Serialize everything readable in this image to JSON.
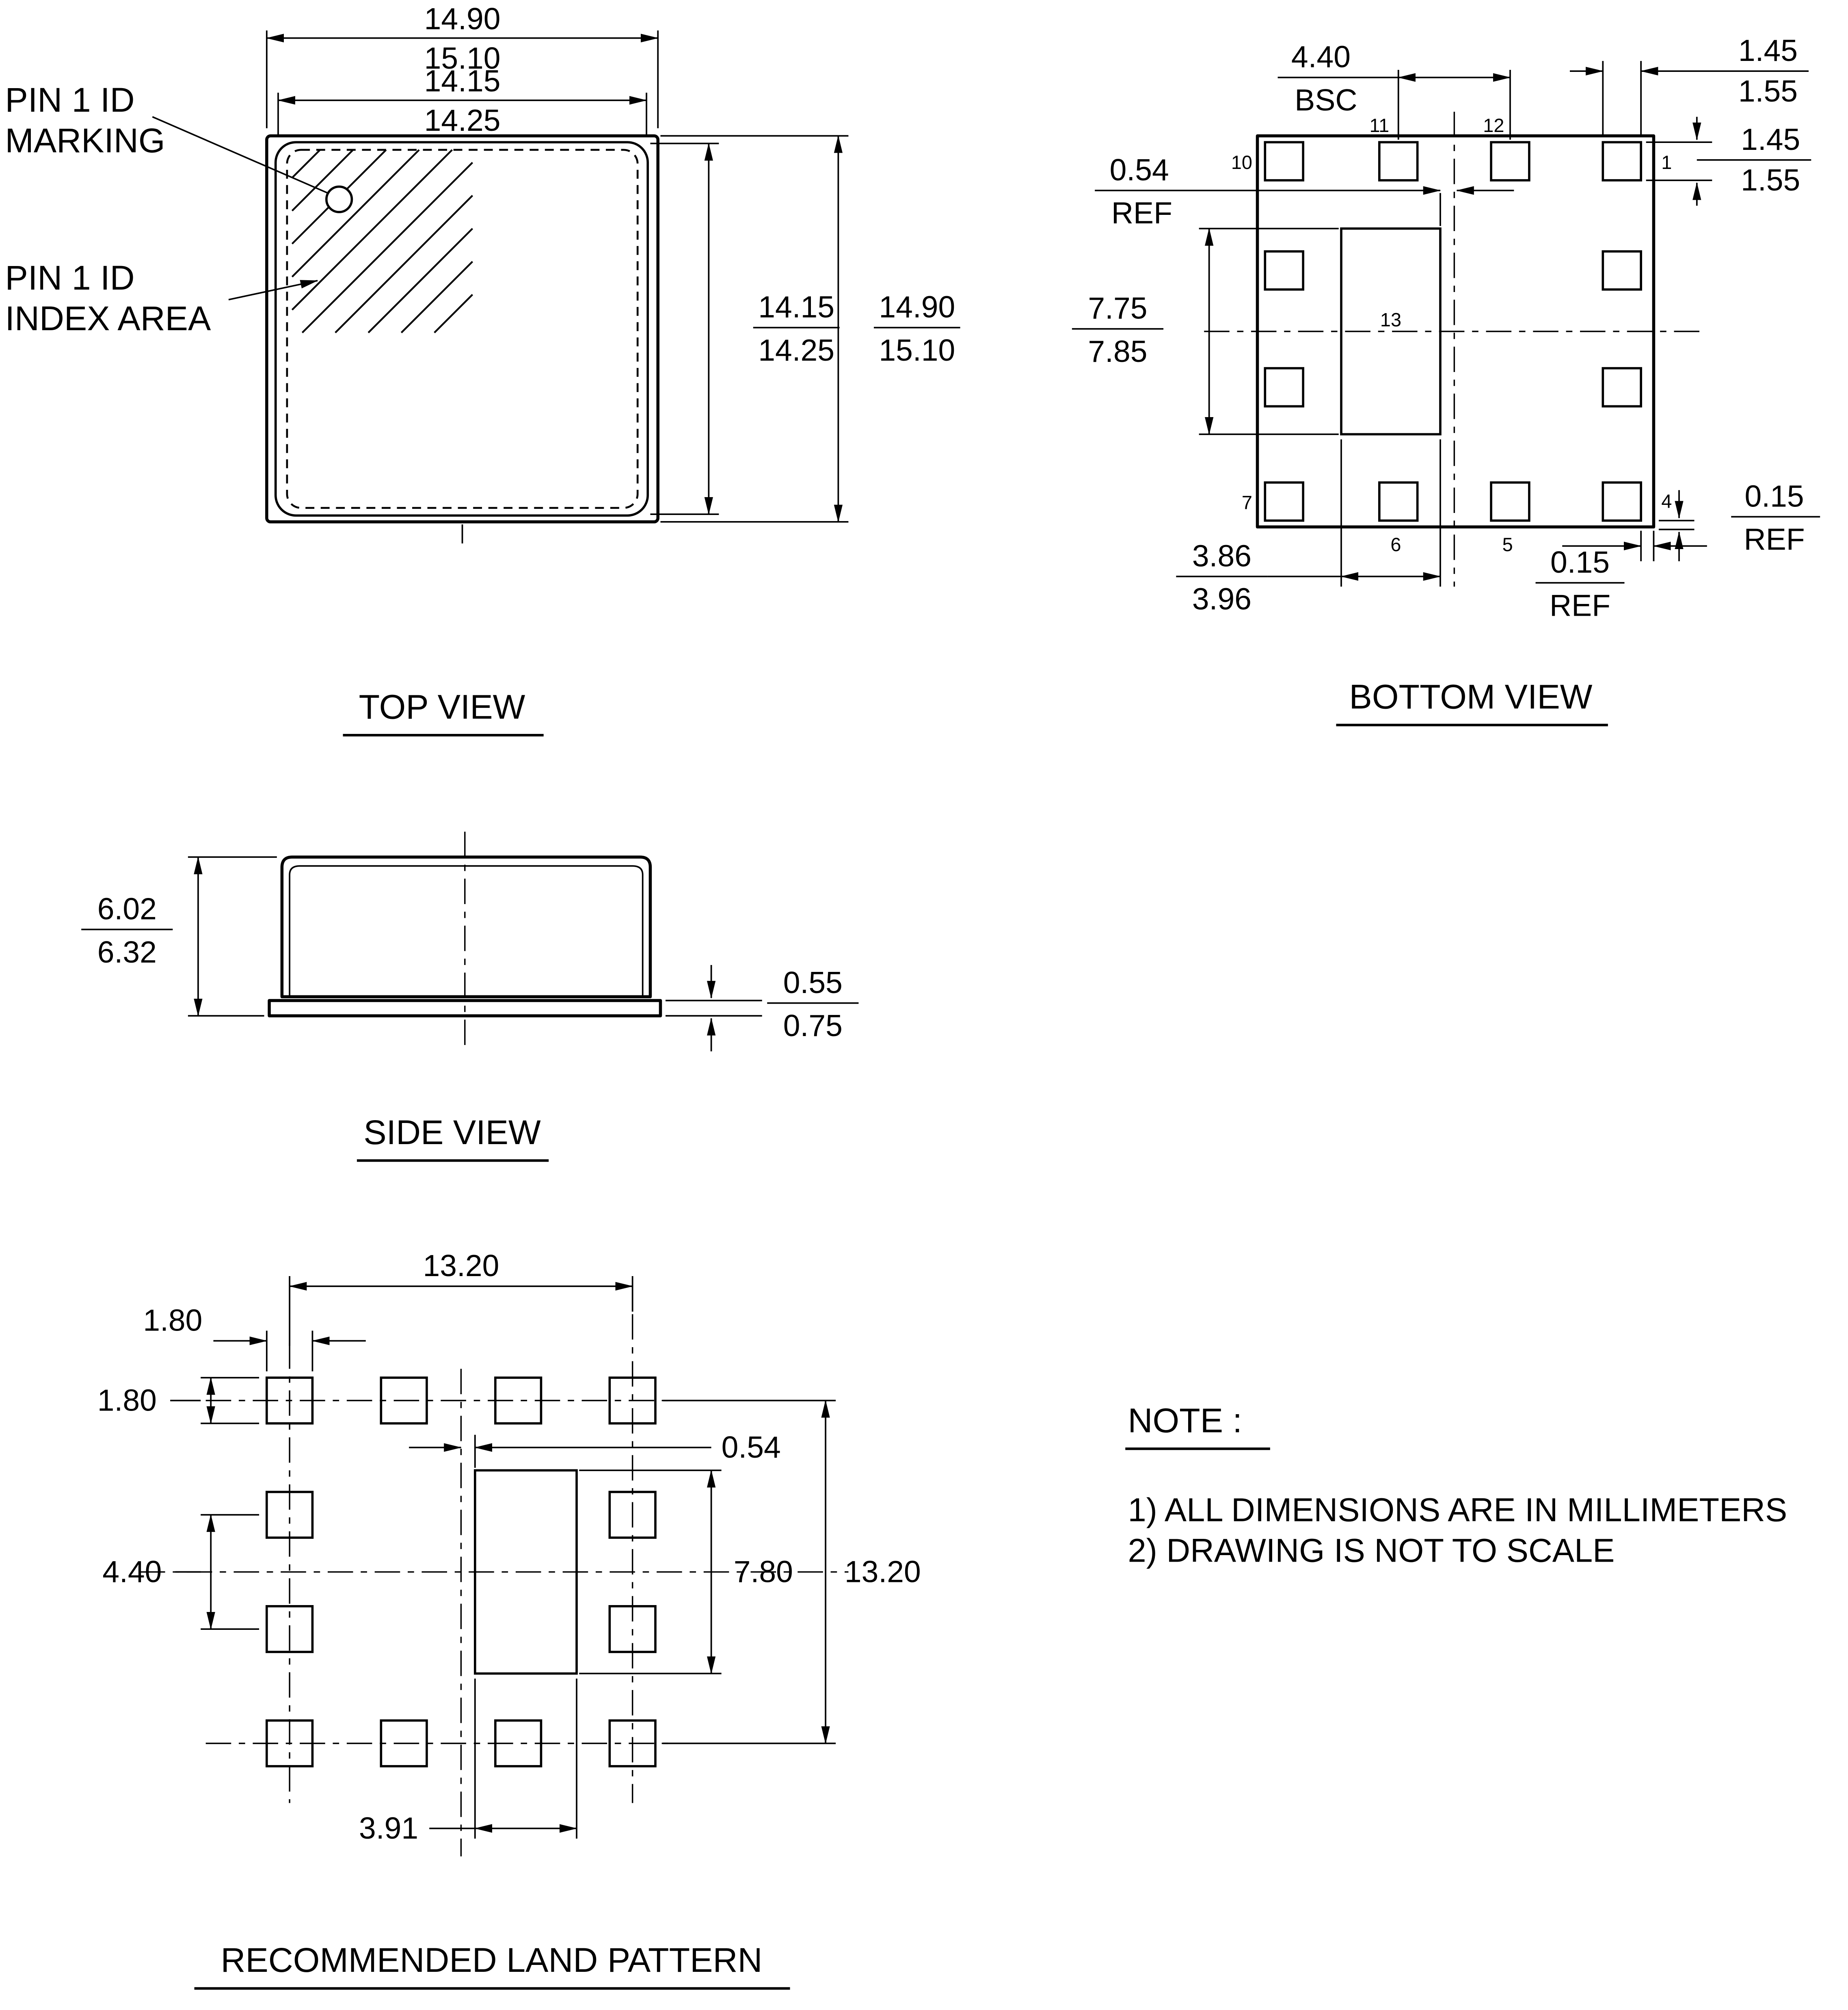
{
  "drawing": {
    "ink_color": "#000000",
    "background_color": "#ffffff"
  },
  "top_view": {
    "title": "TOP VIEW",
    "pin1_marking_label": {
      "line1": "PIN 1 ID",
      "line2": "MARKING"
    },
    "pin1_index_label": {
      "line1": "PIN 1 ID",
      "line2": "INDEX AREA"
    },
    "dim_outer_width": {
      "upper": "14.90",
      "lower": "15.10"
    },
    "dim_inner_width": {
      "upper": "14.15",
      "lower": "14.25"
    },
    "dim_inner_height": {
      "upper": "14.15",
      "lower": "14.25"
    },
    "dim_outer_height": {
      "upper": "14.90",
      "lower": "15.10"
    }
  },
  "bottom_view": {
    "title": "BOTTOM VIEW",
    "dim_pad_pitch": {
      "value": "4.40",
      "qualifier": "BSC"
    },
    "dim_pad_width": {
      "upper": "1.45",
      "lower": "1.55"
    },
    "dim_pad_height": {
      "upper": "1.45",
      "lower": "1.55"
    },
    "dim_center_offset": {
      "value": "0.54",
      "qualifier": "REF"
    },
    "dim_center_pad_height": {
      "upper": "7.75",
      "lower": "7.85"
    },
    "dim_center_pad_width": {
      "upper": "3.86",
      "lower": "3.96"
    },
    "dim_edge_gap_bottom": {
      "value": "0.15",
      "qualifier": "REF"
    },
    "dim_edge_gap_right": {
      "value": "0.15",
      "qualifier": "REF"
    },
    "pin_labels": {
      "p1": "1",
      "p4": "4",
      "p5": "5",
      "p6": "6",
      "p7": "7",
      "p10": "10",
      "p11": "11",
      "p12": "12",
      "p13": "13"
    }
  },
  "side_view": {
    "title": "SIDE VIEW",
    "dim_height": {
      "upper": "6.02",
      "lower": "6.32"
    },
    "dim_base_thickness": {
      "upper": "0.55",
      "lower": "0.75"
    }
  },
  "land_pattern": {
    "title": "RECOMMENDED LAND PATTERN",
    "dim_span_x": "13.20",
    "dim_pad_width": "1.80",
    "dim_pad_height": "1.80",
    "dim_center_offset": "0.54",
    "dim_pad_pitch_y": "4.40",
    "dim_center_pad_height": "7.80",
    "dim_span_y": "13.20",
    "dim_center_pad_width": "3.91"
  },
  "note": {
    "title": "NOTE :",
    "items": [
      "1) ALL DIMENSIONS ARE IN MILLIMETERS",
      "2) DRAWING IS NOT TO SCALE"
    ]
  }
}
